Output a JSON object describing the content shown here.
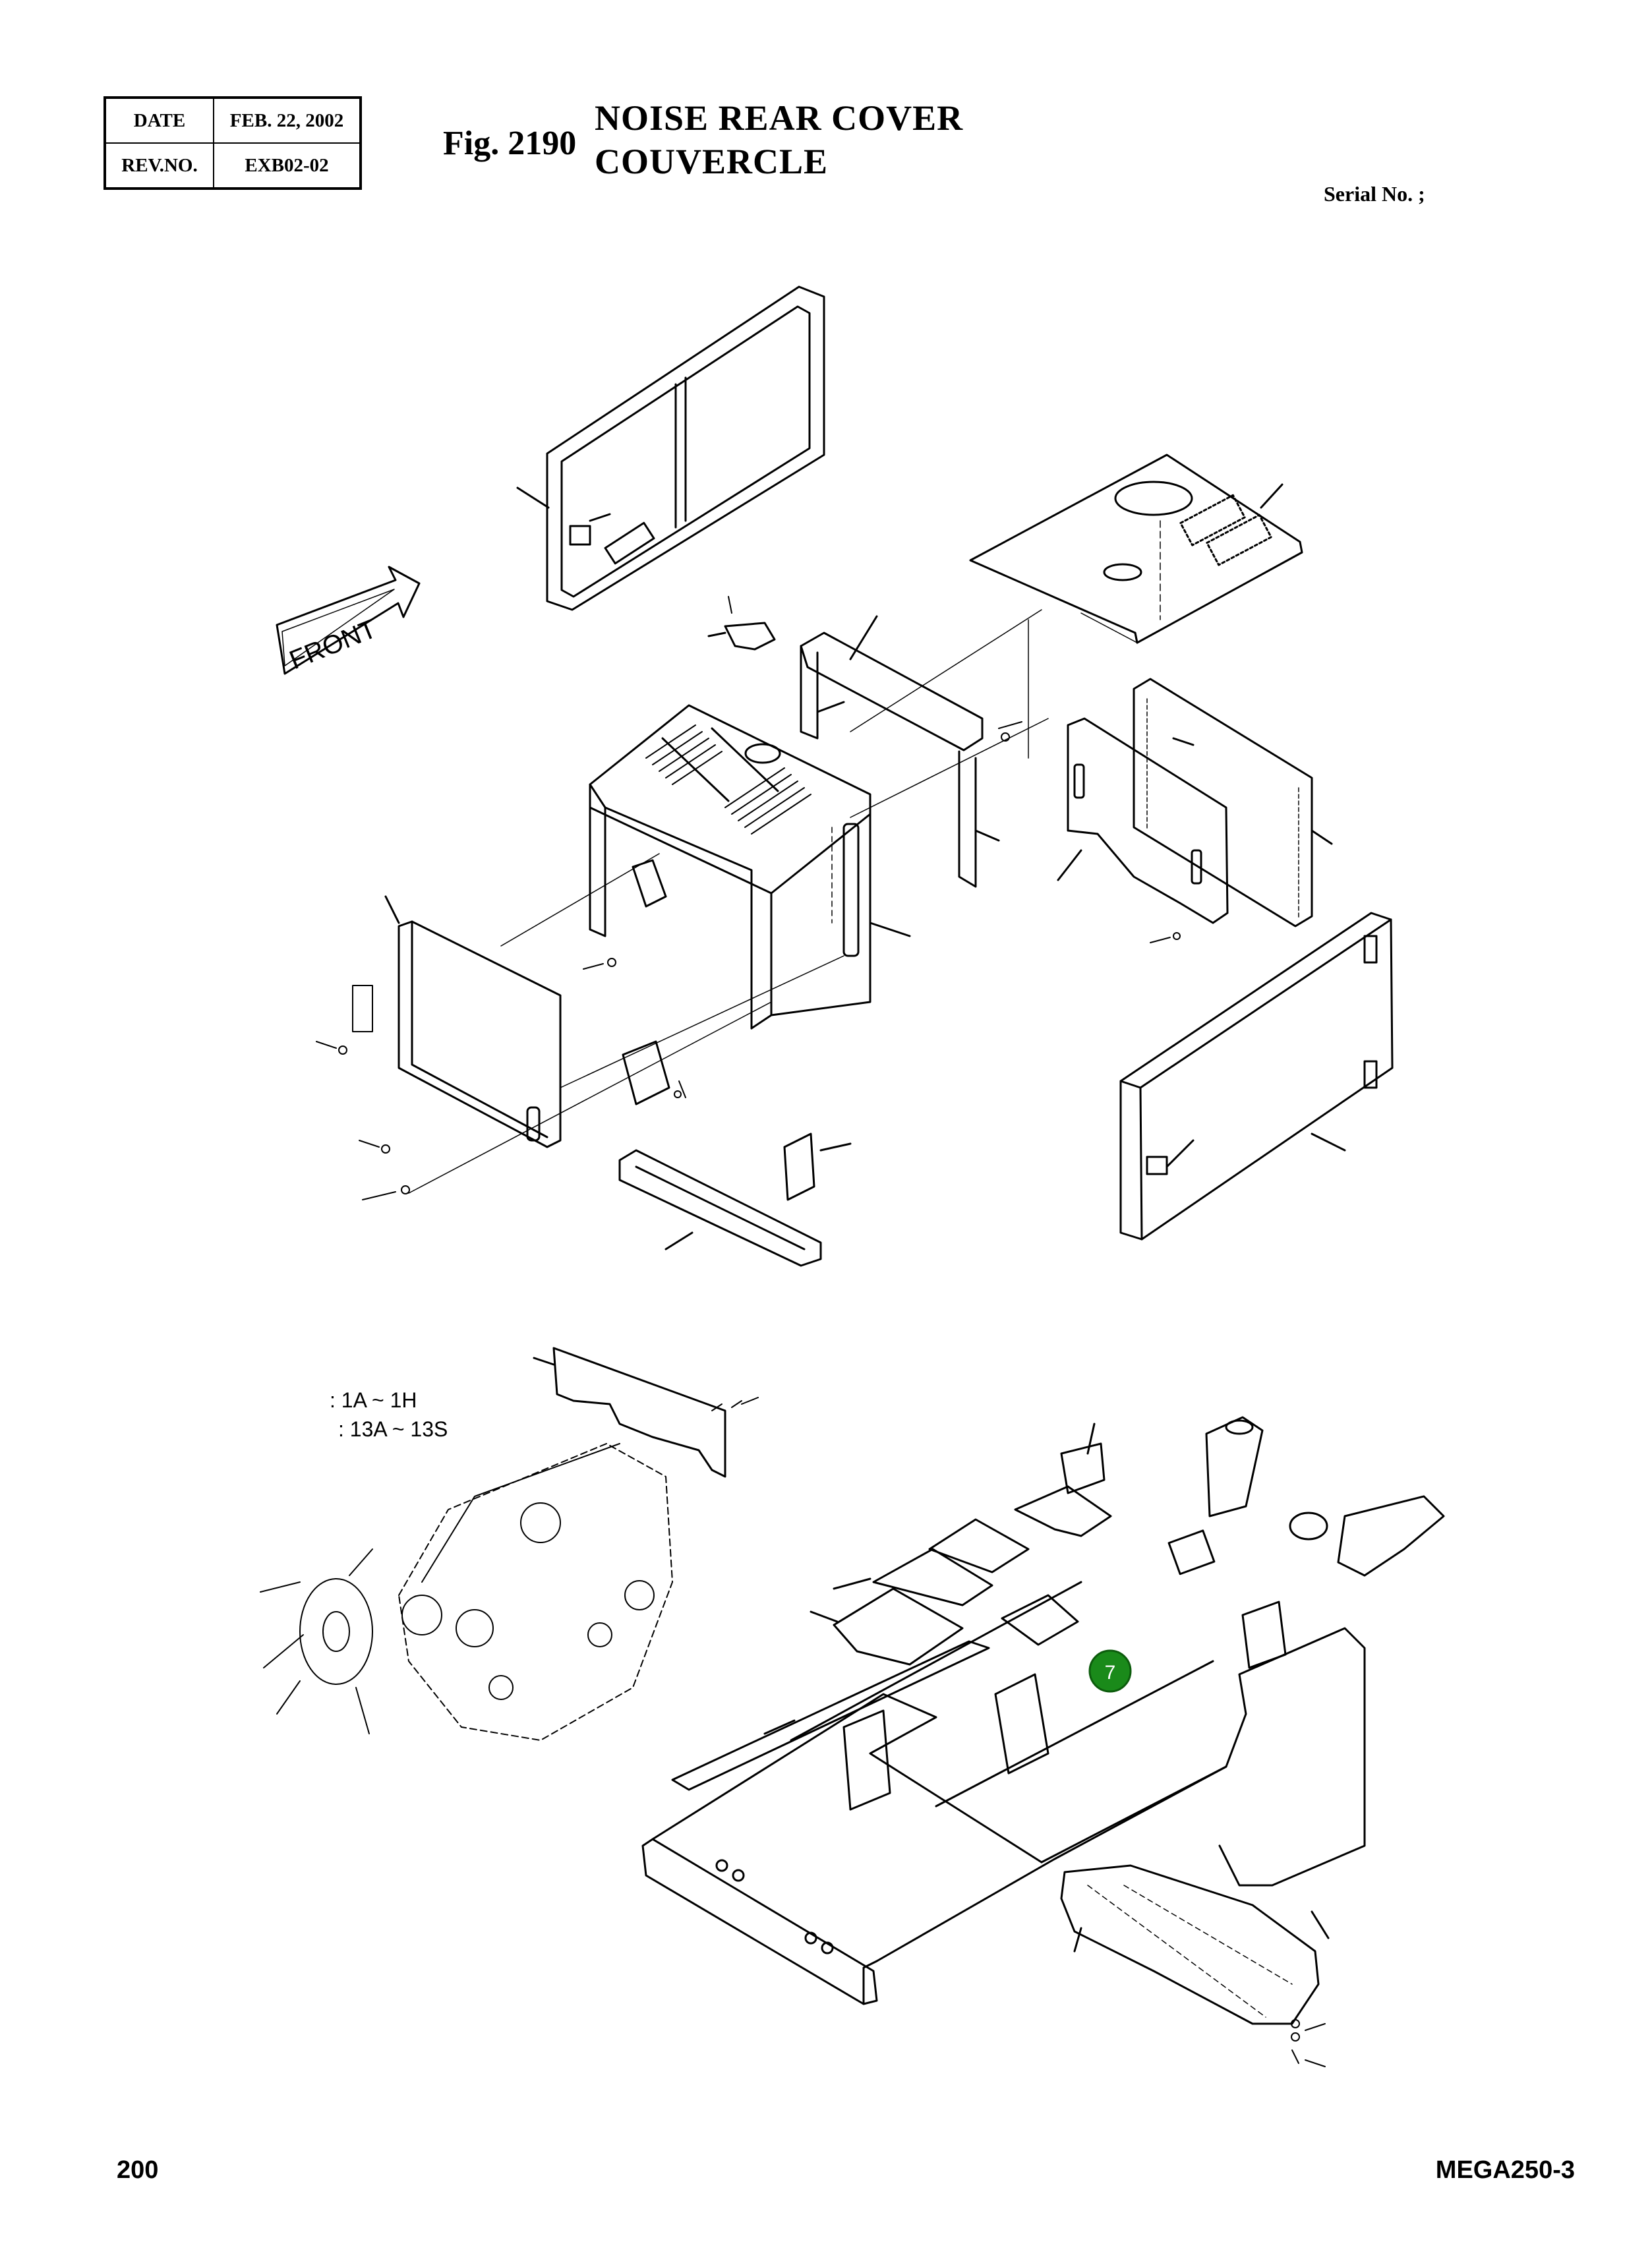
{
  "header": {
    "date_label": "DATE",
    "date_value": "FEB. 22, 2002",
    "rev_label": "REV.NO.",
    "rev_value": "EXB02-02",
    "fig_number": "Fig. 2190",
    "title_en": "NOISE REAR COVER",
    "title_fr": "COUVERCLE",
    "serial_label": "Serial No. ;"
  },
  "drawing": {
    "front_label": "FRONT",
    "legend": [
      ": 1A ~ 1H",
      ": 13A ~ 13S"
    ],
    "callout": "7",
    "callout_color": "#1a8a1a"
  },
  "footer": {
    "page_number": "200",
    "model": "MEGA250-3"
  }
}
